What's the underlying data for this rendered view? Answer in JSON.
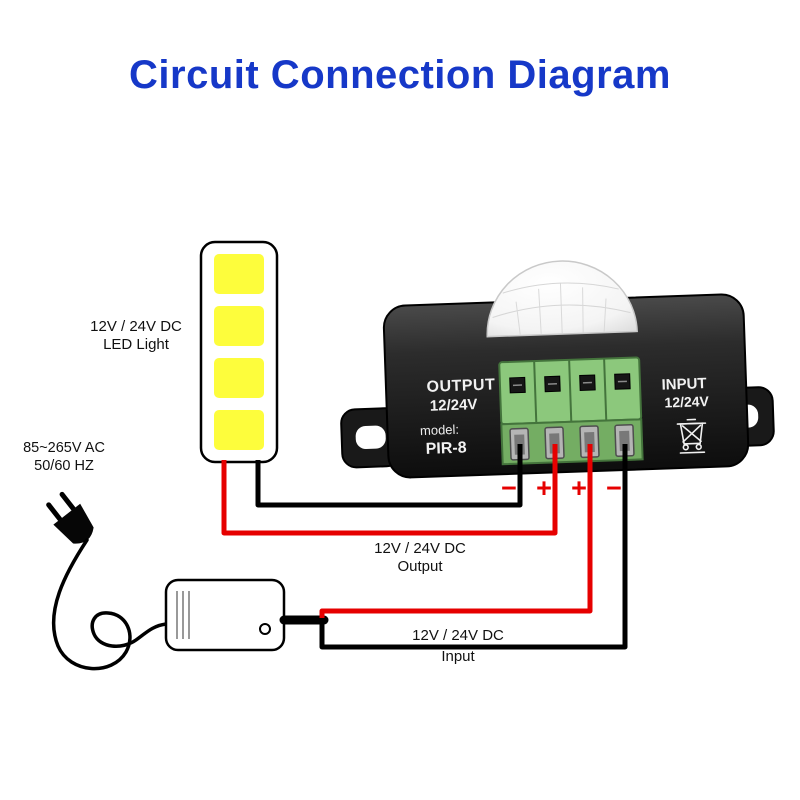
{
  "title": "Circuit Connection Diagram",
  "colors": {
    "title_blue": "#1638c8",
    "wire_red": "#e60000",
    "wire_black": "#000000",
    "led_yellow": "#fdfd3c",
    "terminal_green": "#8cc87c",
    "terminal_green_dark": "#74ad63",
    "module_black": "#1e1e1e"
  },
  "labels": {
    "led_light": {
      "line1": "12V / 24V DC",
      "line2": "LED Light"
    },
    "ac_supply": {
      "line1": "85~265V AC",
      "line2": "50/60 HZ"
    },
    "dc_output": {
      "line1": "12V / 24V DC",
      "line2": "Output"
    },
    "dc_input": {
      "line1": "12V / 24V DC",
      "line2": "Input"
    }
  },
  "module": {
    "output_label": "OUTPUT",
    "output_voltage": "12/24V",
    "model_label": "model:",
    "model_value": "PIR-8",
    "input_label": "INPUT",
    "input_voltage": "12/24V",
    "polarity": [
      "−",
      "+",
      "+",
      "−"
    ]
  }
}
